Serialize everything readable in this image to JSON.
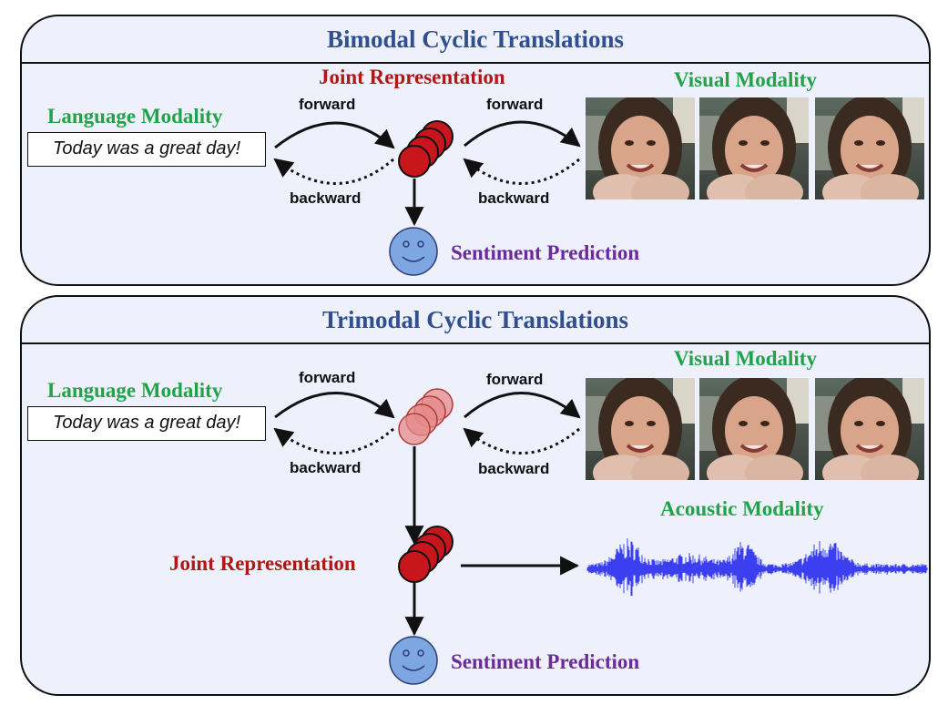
{
  "bimodal": {
    "title": "Bimodal Cyclic Translations",
    "language_label": "Language Modality",
    "sentence": "Today was a great day!",
    "joint_label": "Joint Representation",
    "visual_label": "Visual Modality",
    "forward_left": "forward",
    "backward_left": "backward",
    "forward_right": "forward",
    "backward_right": "backward",
    "sentiment_label": "Sentiment Prediction"
  },
  "trimodal": {
    "title": "Trimodal Cyclic Translations",
    "language_label": "Language Modality",
    "sentence": "Today was a great day!",
    "visual_label": "Visual Modality",
    "acoustic_label": "Acoustic Modality",
    "joint_label": "Joint Representation",
    "forward_left": "forward",
    "backward_left": "backward",
    "forward_right": "forward",
    "backward_right": "backward",
    "sentiment_label": "Sentiment Prediction"
  },
  "colors": {
    "modality_green": "#22a34a",
    "joint_red": "#b01818",
    "sentiment_purple": "#6a2a9c",
    "title_blue": "#2f4f8f",
    "node_red": "#c8161d",
    "faded_node": "#e58a8a",
    "waveform_blue": "#3b3ff0",
    "smiley_blue": "#7ea6e0"
  }
}
